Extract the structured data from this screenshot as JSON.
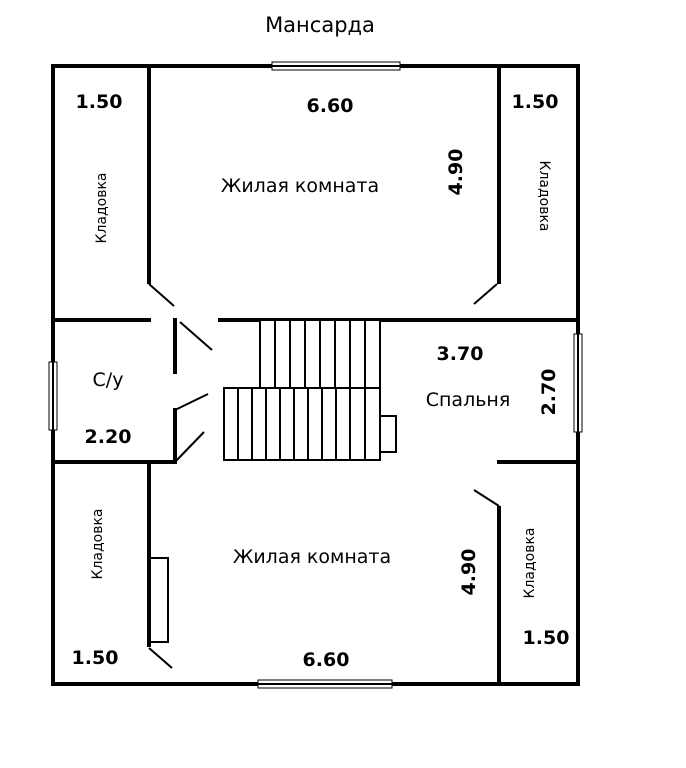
{
  "title": "Мансарда",
  "rooms": {
    "living_top": {
      "name": "Жилая комната",
      "width": "6.60",
      "depth": "4.90"
    },
    "living_bottom": {
      "name": "Жилая комната",
      "width": "6.60",
      "depth": "4.90"
    },
    "bedroom": {
      "name": "Спальня",
      "width": "3.70",
      "depth": "2.70"
    },
    "bathroom": {
      "name": "С/у",
      "size": "2.20"
    },
    "storage_top_left": {
      "name": "Кладовка",
      "size": "1.50"
    },
    "storage_top_right": {
      "name": "Кладовка",
      "size": "1.50"
    },
    "storage_bottom_left": {
      "name": "Кладовка",
      "size": "1.50"
    },
    "storage_bottom_right": {
      "name": "Кладовка",
      "size": "1.50"
    }
  },
  "colors": {
    "wall": "#000000",
    "background": "#ffffff"
  }
}
